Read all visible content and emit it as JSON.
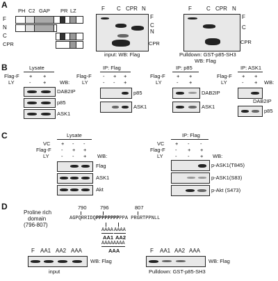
{
  "panels": {
    "A": "A",
    "B": "B",
    "C": "C",
    "D": "D"
  },
  "A": {
    "domains": [
      "PH",
      "C2",
      "GAP",
      "PR",
      "LZ"
    ],
    "constructs": [
      "F",
      "N",
      "C",
      "CPR"
    ],
    "blot1": {
      "lanes": [
        "F",
        "C",
        "CPR",
        "N"
      ],
      "right_labels": [
        "F",
        "C",
        "N",
        "CPR"
      ],
      "caption": "input: WB: Flag"
    },
    "blot2": {
      "lanes": [
        "F",
        "C",
        "CPR",
        "N"
      ],
      "right_labels": [
        "F",
        "C",
        "CPR"
      ],
      "caption_line1": "Pulldown: GST-p85-SH3",
      "caption_line2": "WB: Flag"
    }
  },
  "B": {
    "lysate": {
      "header": "Lysate",
      "row1_label": "Flag-F",
      "row1": [
        "+",
        "+"
      ],
      "row2_label": "LY",
      "row2": [
        "-",
        "+"
      ],
      "wb": "WB:",
      "blots": [
        "DAB2IP",
        "p85",
        "ASK1"
      ]
    },
    "ip_flag": {
      "header": "IP: Flag",
      "row1_label": "Flag-F",
      "row1": [
        "-",
        "+",
        "+"
      ],
      "row2_label": "LY",
      "row2": [
        "-",
        "-",
        "+"
      ],
      "blots": [
        "p85",
        "ASK1"
      ]
    },
    "ip_p85": {
      "header": "IP: p85",
      "row1_label": "Flag-F",
      "row1": [
        "+",
        "+"
      ],
      "row2_label": "LY",
      "row2": [
        "-",
        "+"
      ],
      "blots": [
        "DAB2IP",
        "ASK1"
      ]
    },
    "ip_ask1": {
      "header": "IP: ASK1",
      "row1_label": "Flag-F",
      "row1": [
        "+",
        "+"
      ],
      "row2_label": "LY",
      "row2": [
        "-",
        "+"
      ],
      "wb": "WB:",
      "blots": [
        "DAB2IP",
        "p85"
      ]
    }
  },
  "C": {
    "lysate": {
      "header": "Lysate",
      "rows": [
        {
          "label": "VC",
          "vals": [
            "+",
            "-",
            "-"
          ]
        },
        {
          "label": "Flag-F",
          "vals": [
            "-",
            "+",
            "+"
          ]
        },
        {
          "label": "LY",
          "vals": [
            "-",
            "-",
            "+"
          ]
        }
      ],
      "wb": "WB:",
      "blots": [
        "Flag",
        "ASK1",
        "Akt"
      ]
    },
    "ip_flag": {
      "header": "IP: Flag",
      "rows": [
        {
          "label": "VC",
          "vals": [
            "+",
            "-",
            "-"
          ]
        },
        {
          "label": "Flag-F",
          "vals": [
            "-",
            "+",
            "+"
          ]
        },
        {
          "label": "LY",
          "vals": [
            "-",
            "-",
            "+"
          ]
        }
      ],
      "wb": "WB:",
      "blots": [
        "p-ASK1(T845)",
        "p-ASK1(S83)",
        "p-Akt (S473)"
      ]
    }
  },
  "D": {
    "domain_label_1": "Proline rich",
    "domain_label_2": "domain",
    "domain_label_3": "(796-807)",
    "pos1": "790",
    "pos2": "796",
    "pos3": "807",
    "seq_pre": "AGPQRRIDQ",
    "seq_bold": "PPPPPPPP",
    "seq_post": "PPA PRGRTPPNLL",
    "sub1": "AAAA",
    "sub2": "AAAA",
    "aa1": "AA1",
    "aa2": "AA2",
    "sub3": "AAAAAAAA",
    "aaa": "AAA",
    "blot1": {
      "lanes": [
        "F",
        "AA1",
        "AA2",
        "AAA"
      ],
      "wb": "WB: Flag",
      "caption": "input"
    },
    "blot2": {
      "lanes": [
        "F",
        "AA1",
        "AA2",
        "AAA"
      ],
      "wb": "WB: Flag",
      "caption": "Pulldown: GST-p85-SH3"
    }
  }
}
